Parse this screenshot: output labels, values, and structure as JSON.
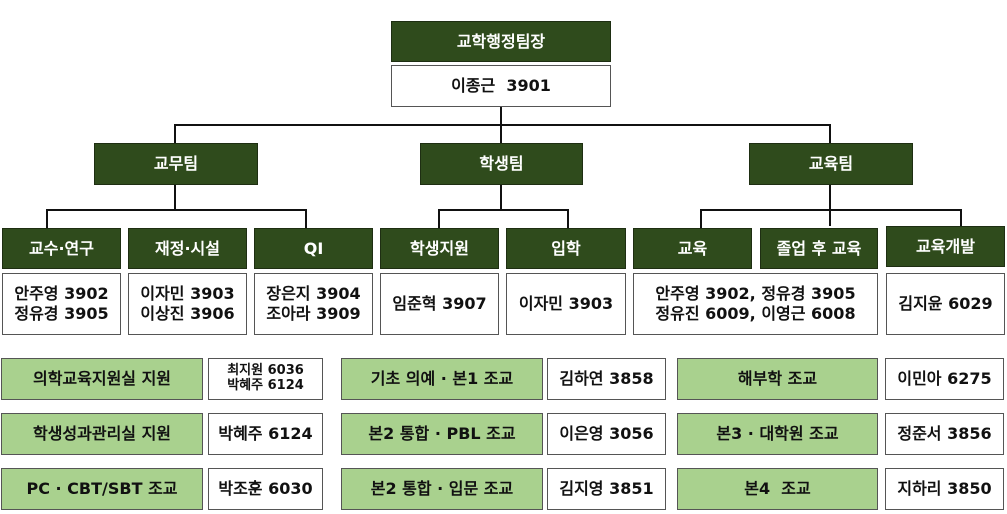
{
  "head": {
    "title": "교학행정팀장",
    "name": "이종근  3901"
  },
  "teams": [
    {
      "label": "교무팀",
      "units": [
        {
          "label": "교수·연구",
          "people": [
            "안주영 3902",
            "정유경 3905"
          ]
        },
        {
          "label": "재정·시설",
          "people": [
            "이자민 3903",
            "이상진 3906"
          ]
        },
        {
          "label": "QI",
          "people": [
            "장은지 3904",
            "조아라 3909"
          ]
        }
      ]
    },
    {
      "label": "학생팀",
      "units": [
        {
          "label": "학생지원",
          "people": [
            "임준혁 3907"
          ]
        },
        {
          "label": "입학",
          "people": [
            "이자민 3903"
          ]
        }
      ]
    },
    {
      "label": "교육팀",
      "units": [
        {
          "label": "교육"
        },
        {
          "label": "졸업 후 교육"
        },
        {
          "label": "교육개발",
          "people": [
            "김지윤 6029"
          ]
        }
      ],
      "shared_people": [
        "안주영 3902, 정유경 3905",
        "정유진 6009, 이영근 6008"
      ]
    }
  ],
  "support": [
    [
      {
        "role": "의학교육지원실 지원",
        "people": [
          "최지원 6036",
          "박혜주 6124"
        ]
      },
      {
        "role": "기초 의예 · 본1 조교",
        "people": [
          "김하연 3858"
        ]
      },
      {
        "role": "해부학 조교",
        "people": [
          "이민아 6275"
        ]
      }
    ],
    [
      {
        "role": "학생성과관리실 지원",
        "people": [
          "박혜주 6124"
        ]
      },
      {
        "role": "본2 통합 · PBL 조교",
        "people": [
          "이은영 3056"
        ]
      },
      {
        "role": "본3 · 대학원 조교",
        "people": [
          "정준서 3856"
        ]
      }
    ],
    [
      {
        "role": "PC · CBT/SBT 조교",
        "people": [
          "박조훈 6030"
        ]
      },
      {
        "role": "본2 통합 · 입문 조교",
        "people": [
          "김지영 3851"
        ]
      },
      {
        "role": "본4  조교",
        "people": [
          "지하리 3850"
        ]
      }
    ]
  ],
  "colors": {
    "dark_green": "#2f4b1c",
    "light_green": "#a9d18e"
  }
}
